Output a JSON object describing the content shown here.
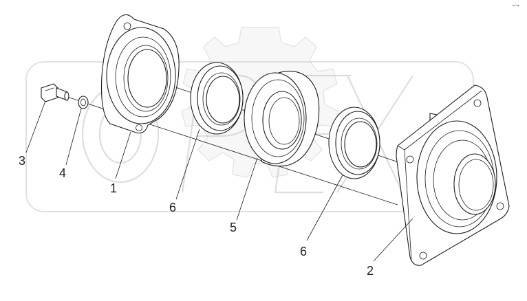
{
  "diagram": {
    "corner_mark": "⌐¬",
    "watermark_text": "OPEX",
    "callouts": {
      "bolt": "3",
      "washer": "4",
      "cover": "1",
      "seal_left": "6",
      "bearing": "5",
      "seal_right": "6",
      "housing": "2"
    }
  }
}
